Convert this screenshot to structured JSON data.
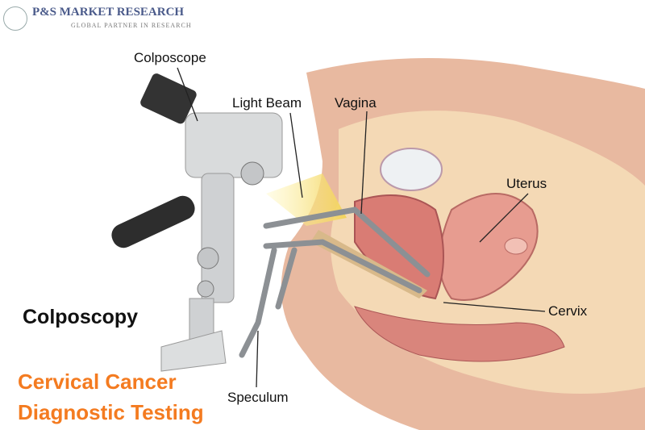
{
  "logo": {
    "name": "P&S MARKET RESEARCH",
    "tagline": "Global Partner in Research"
  },
  "labels": {
    "colposcope": "Colposcope",
    "light_beam": "Light Beam",
    "vagina": "Vagina",
    "uterus": "Uterus",
    "cervix": "Cervix",
    "speculum": "Speculum"
  },
  "title": "Colposcopy",
  "caption": {
    "line1": "Cervical Cancer",
    "line2": "Diagnostic Testing"
  },
  "colors": {
    "caption": "#f47b20",
    "tissue": "#e9a49a",
    "skin": "#f1c9b0",
    "device": "#d9dbdc"
  }
}
